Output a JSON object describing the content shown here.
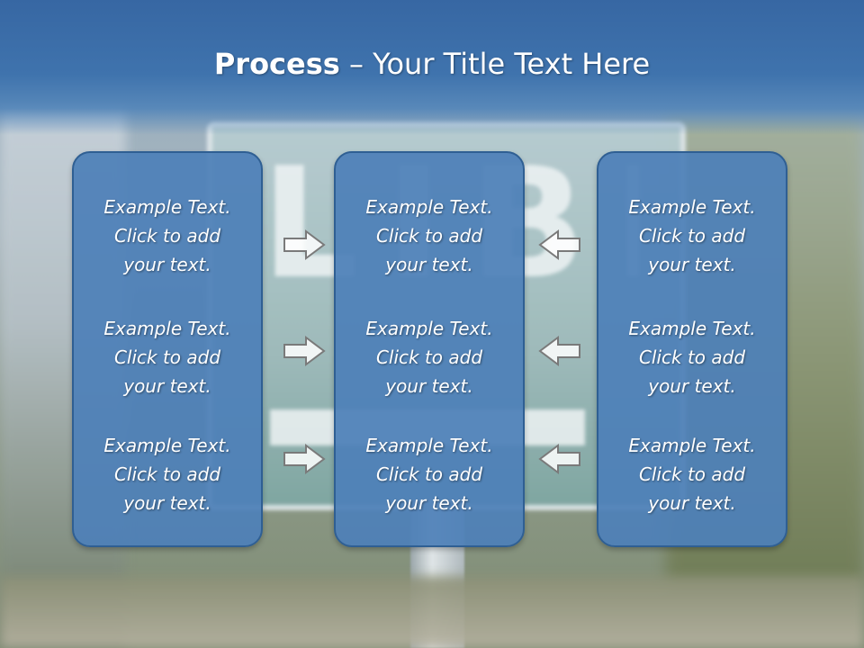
{
  "slide": {
    "title_bold": "Process",
    "title_rest": " – Your Title Text Here"
  },
  "columns": [
    {
      "items": [
        {
          "line1": "Example Text.",
          "line2": "Click  to add",
          "line3": "your text."
        },
        {
          "line1": "Example Text.",
          "line2": "Click  to add",
          "line3": "your text."
        },
        {
          "line1": "Example Text.",
          "line2": "Click  to add",
          "line3": "your text."
        }
      ]
    },
    {
      "items": [
        {
          "line1": "Example Text.",
          "line2": "Click  to add",
          "line3": "your text."
        },
        {
          "line1": "Example Text.",
          "line2": "Click  to add",
          "line3": "your text."
        },
        {
          "line1": "Example Text.",
          "line2": "Click  to add",
          "line3": "your text."
        }
      ]
    },
    {
      "items": [
        {
          "line1": "Example Text.",
          "line2": "Click  to add",
          "line3": "your text."
        },
        {
          "line1": "Example Text.",
          "line2": "Click  to add",
          "line3": "your text."
        },
        {
          "line1": "Example Text.",
          "line2": "Click  to add",
          "line3": "your text."
        }
      ]
    }
  ],
  "arrows": {
    "left_group": "arrow-right-icon",
    "right_group": "arrow-left-icon"
  },
  "colors": {
    "title_bar": "#3f73ad",
    "panel_fill": "#4e80b8",
    "panel_border": "#2f5f93",
    "text": "#ffffff"
  }
}
